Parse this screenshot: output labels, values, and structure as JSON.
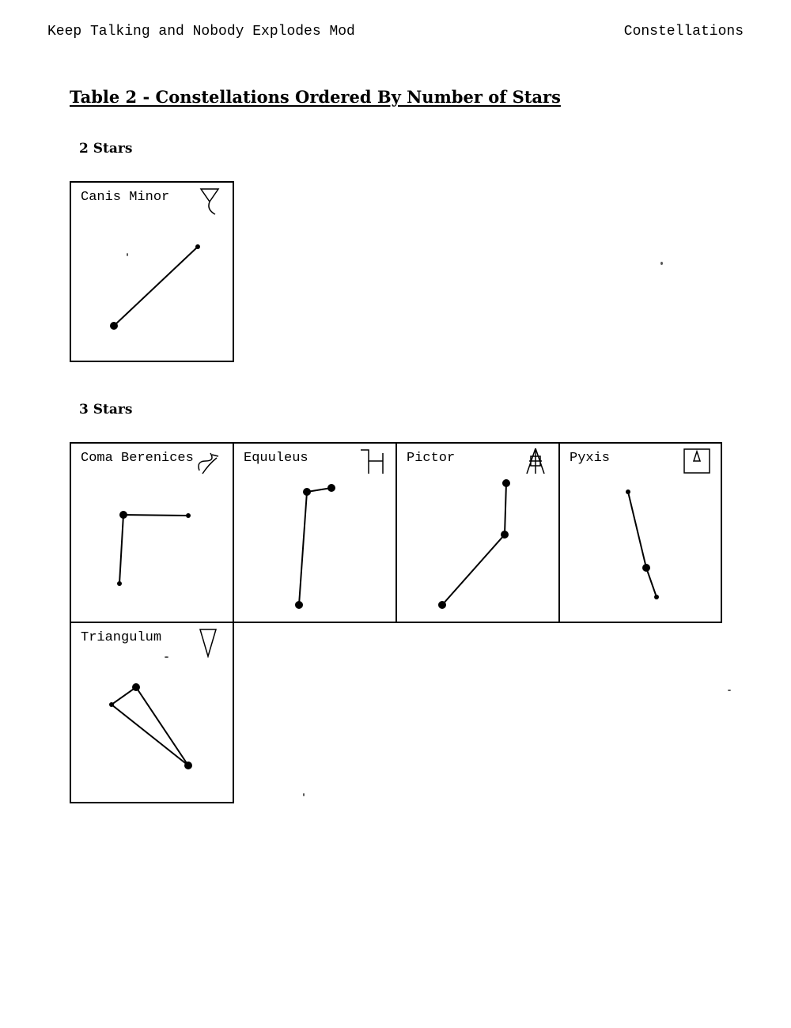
{
  "header": {
    "left": "Keep Talking and Nobody Explodes Mod",
    "right": "Constellations"
  },
  "title": "Table 2 - Constellations Ordered By Number of Stars",
  "sections": [
    {
      "heading": "2 Stars",
      "constellations": [
        {
          "name": "Canis Minor",
          "symbol": "canis-minor-icon"
        }
      ]
    },
    {
      "heading": "3 Stars",
      "constellations": [
        {
          "name": "Coma Berenices",
          "symbol": "coma-berenices-icon"
        },
        {
          "name": "Equuleus",
          "symbol": "equuleus-icon"
        },
        {
          "name": "Pictor",
          "symbol": "pictor-icon"
        },
        {
          "name": "Pyxis",
          "symbol": "pyxis-icon"
        },
        {
          "name": "Triangulum",
          "symbol": "triangulum-icon"
        }
      ]
    }
  ]
}
